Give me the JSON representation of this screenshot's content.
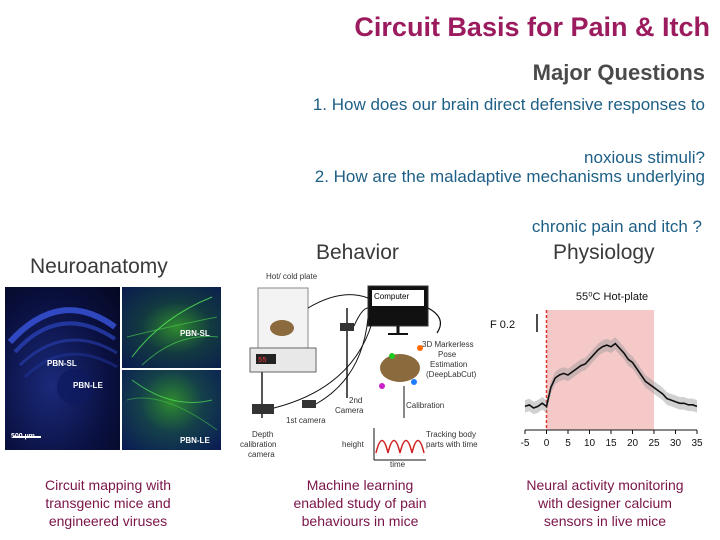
{
  "slide": {
    "title": "Circuit Basis for Pain & Itch",
    "subtitle": "Major Questions",
    "questions": {
      "q1_line1": "1. How does our brain direct defensive responses to",
      "q1_line2": "noxious stimuli?",
      "q2_line1": "2. How are the maladaptive mechanisms underlying",
      "q2_line2": "chronic pain and itch ?"
    }
  },
  "sections": {
    "neuroanatomy": {
      "heading": "Neuroanatomy",
      "labels": [
        "PBN-SL",
        "PBN-LE",
        "PBN-SL",
        "PBN-LE"
      ],
      "scalebar": "500 µm",
      "caption": [
        "Circuit mapping with",
        "transgenic mice and",
        "engineered viruses"
      ]
    },
    "behavior": {
      "heading": "Behavior",
      "labels": {
        "plate": "Hot/ cold plate",
        "computer": "Computer",
        "pose1": "3D Markerless",
        "pose2": "Pose",
        "pose3": "Estimation",
        "pose4": "(DeepLabCut)",
        "calibration": "Calibration",
        "cam2a": "2nd",
        "cam2b": "Camera",
        "cam1": "1st camera",
        "depth1": "Depth",
        "depth2": "calibration",
        "depth3": "camera",
        "height": "height",
        "time": "time",
        "tracking1": "Tracking body",
        "tracking2": "parts with time",
        "display": "55"
      },
      "caption": [
        "Machine learning",
        "enabled study of pain",
        "behaviours in mice"
      ]
    },
    "physiology": {
      "heading": "Physiology",
      "caption": [
        "Neural activity monitoring",
        "with designer calcium",
        "sensors in live mice"
      ]
    }
  },
  "chart_data": {
    "type": "line",
    "title": "55⁰C Hot-plate",
    "scale_label": "F 0.2",
    "xlabel": "",
    "ylabel": "",
    "xlim": [
      -5,
      35
    ],
    "x_ticks": [
      -5,
      0,
      5,
      10,
      15,
      20,
      25,
      30,
      35
    ],
    "shaded_region": [
      0,
      25
    ],
    "shade_color": "#f6c9c9",
    "marker_color": "#e0342b",
    "trace_color": "#111111",
    "series": [
      {
        "x": [
          -5,
          -4,
          -3,
          -2,
          -1,
          0,
          1,
          2,
          3,
          4,
          5,
          6,
          7,
          8,
          9,
          10,
          11,
          12,
          13,
          14,
          15,
          16,
          17,
          18,
          19,
          20,
          21,
          22,
          23,
          24,
          25,
          26,
          27,
          28,
          29,
          30,
          31,
          32,
          33,
          34,
          35
        ],
        "values": [
          0.0,
          0.01,
          -0.01,
          0.0,
          0.02,
          0.0,
          0.12,
          0.18,
          0.2,
          0.21,
          0.2,
          0.22,
          0.24,
          0.26,
          0.27,
          0.3,
          0.33,
          0.36,
          0.38,
          0.39,
          0.38,
          0.4,
          0.37,
          0.34,
          0.3,
          0.28,
          0.24,
          0.2,
          0.16,
          0.14,
          0.12,
          0.1,
          0.08,
          0.05,
          0.04,
          0.03,
          0.02,
          0.02,
          0.01,
          0.01,
          0.0
        ]
      }
    ]
  }
}
